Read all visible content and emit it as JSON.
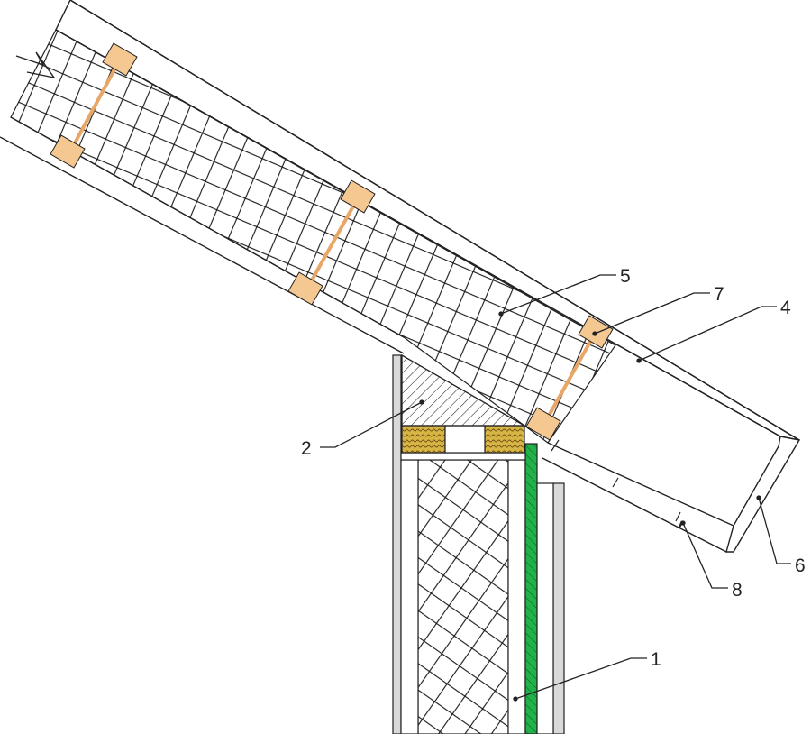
{
  "colors": {
    "line": "#222222",
    "insulation": "#111111",
    "wood": "#f5c892",
    "timber": "#d7b545",
    "membrane": "#21b24a",
    "lining": "#d9d9d9"
  },
  "callouts": [
    {
      "id": "1",
      "text": "1"
    },
    {
      "id": "2",
      "text": "2"
    },
    {
      "id": "4",
      "text": "4"
    },
    {
      "id": "5",
      "text": "5"
    },
    {
      "id": "6",
      "text": "6"
    },
    {
      "id": "7",
      "text": "7"
    },
    {
      "id": "8",
      "text": "8"
    }
  ]
}
